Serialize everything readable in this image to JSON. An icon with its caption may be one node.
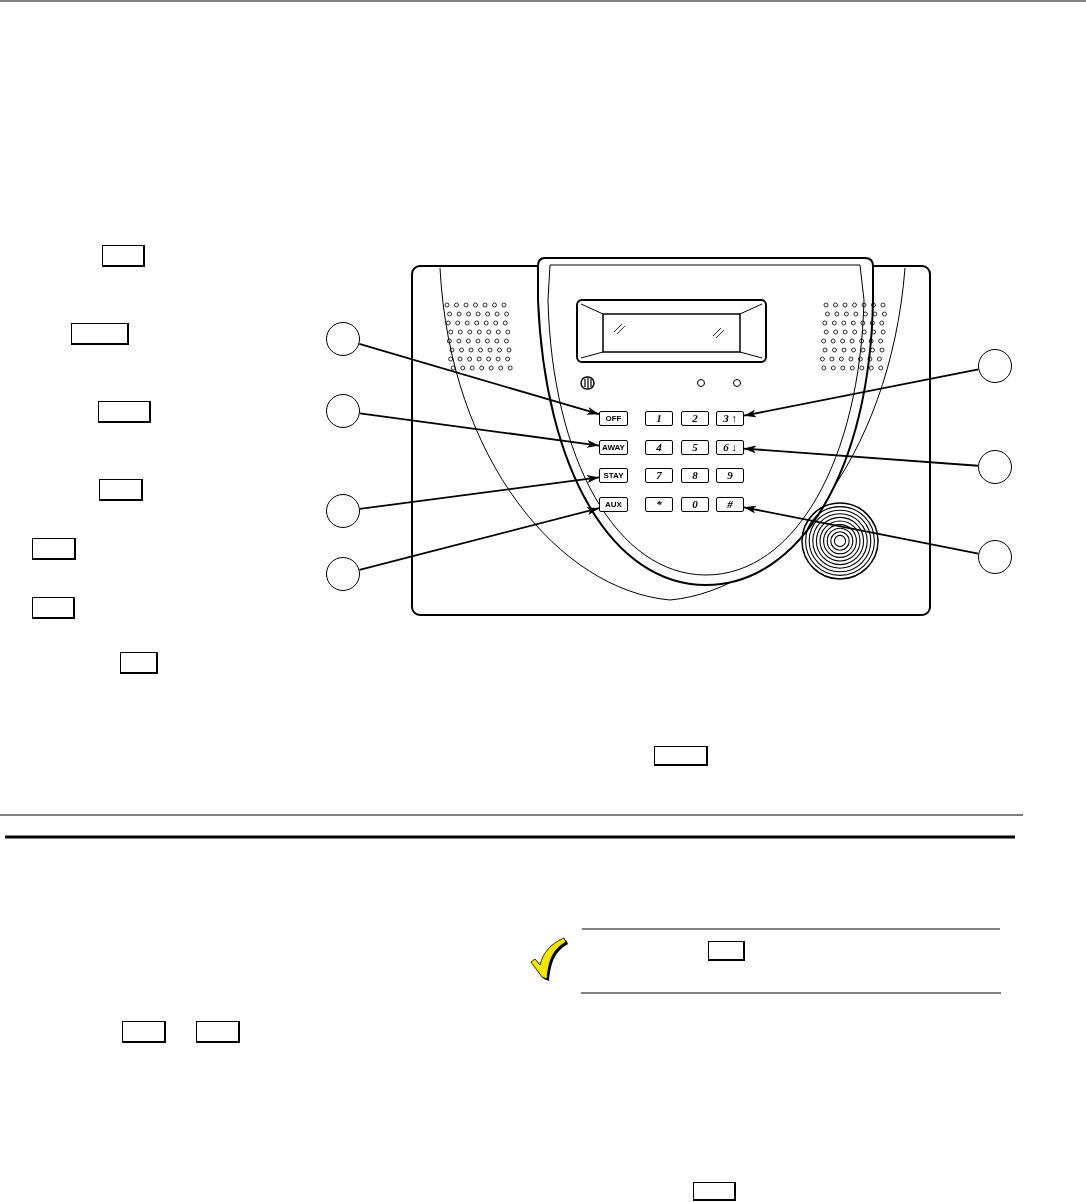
{
  "diagram": {
    "nodes": [
      {
        "text": [],
        "shape": "box"
      },
      {
        "text": [],
        "shape": "box"
      },
      {
        "text": [],
        "shape": "box"
      },
      {
        "text": [],
        "shape": "box"
      },
      {
        "text": [],
        "shape": "box"
      },
      {
        "text": [],
        "shape": "box"
      },
      {
        "text": [],
        "shape": "box"
      },
      {
        "text": [],
        "shape": "circle"
      },
      {
        "text": [],
        "shape": "circle"
      },
      {
        "text": [],
        "shape": "circle"
      },
      {
        "text": [],
        "shape": "circle"
      },
      {
        "text": [],
        "shape": "circle"
      },
      {
        "text": [],
        "shape": "circle"
      },
      {
        "text": [],
        "shape": "circle"
      },
      {
        "text": [
          "OFF"
        ]
      },
      {
        "text": [
          "1"
        ]
      },
      {
        "text": [
          "2"
        ]
      },
      {
        "text": [
          "3 ↑"
        ]
      },
      {
        "text": [
          "AWAY"
        ]
      },
      {
        "text": [
          "4"
        ]
      },
      {
        "text": [
          "5"
        ]
      },
      {
        "text": [
          "6 ↓"
        ]
      },
      {
        "text": [
          "STAY"
        ]
      },
      {
        "text": [
          "7"
        ]
      },
      {
        "text": [
          "8"
        ]
      },
      {
        "text": [
          "9"
        ]
      },
      {
        "text": [
          "AUX"
        ]
      },
      {
        "text": [
          "*"
        ]
      },
      {
        "text": [
          "0"
        ]
      },
      {
        "text": [
          "#"
        ]
      },
      {
        "text": [],
        "shape": "box"
      },
      {
        "text": [],
        "shape": "box"
      },
      {
        "text": [],
        "shape": "box"
      },
      {
        "text": [],
        "shape": "box"
      },
      {
        "text": [],
        "shape": "box"
      }
    ],
    "edges": [
      {
        "from": 7,
        "to": 14,
        "arrow": "to"
      },
      {
        "from": 8,
        "to": 18,
        "arrow": "to"
      },
      {
        "from": 9,
        "to": 22,
        "arrow": "to"
      },
      {
        "from": 10,
        "to": 26,
        "arrow": "to"
      },
      {
        "from": 11,
        "to": 17,
        "arrow": "to"
      },
      {
        "from": 12,
        "to": 21,
        "arrow": "to"
      },
      {
        "from": 13,
        "to": 29,
        "arrow": "to"
      }
    ]
  }
}
